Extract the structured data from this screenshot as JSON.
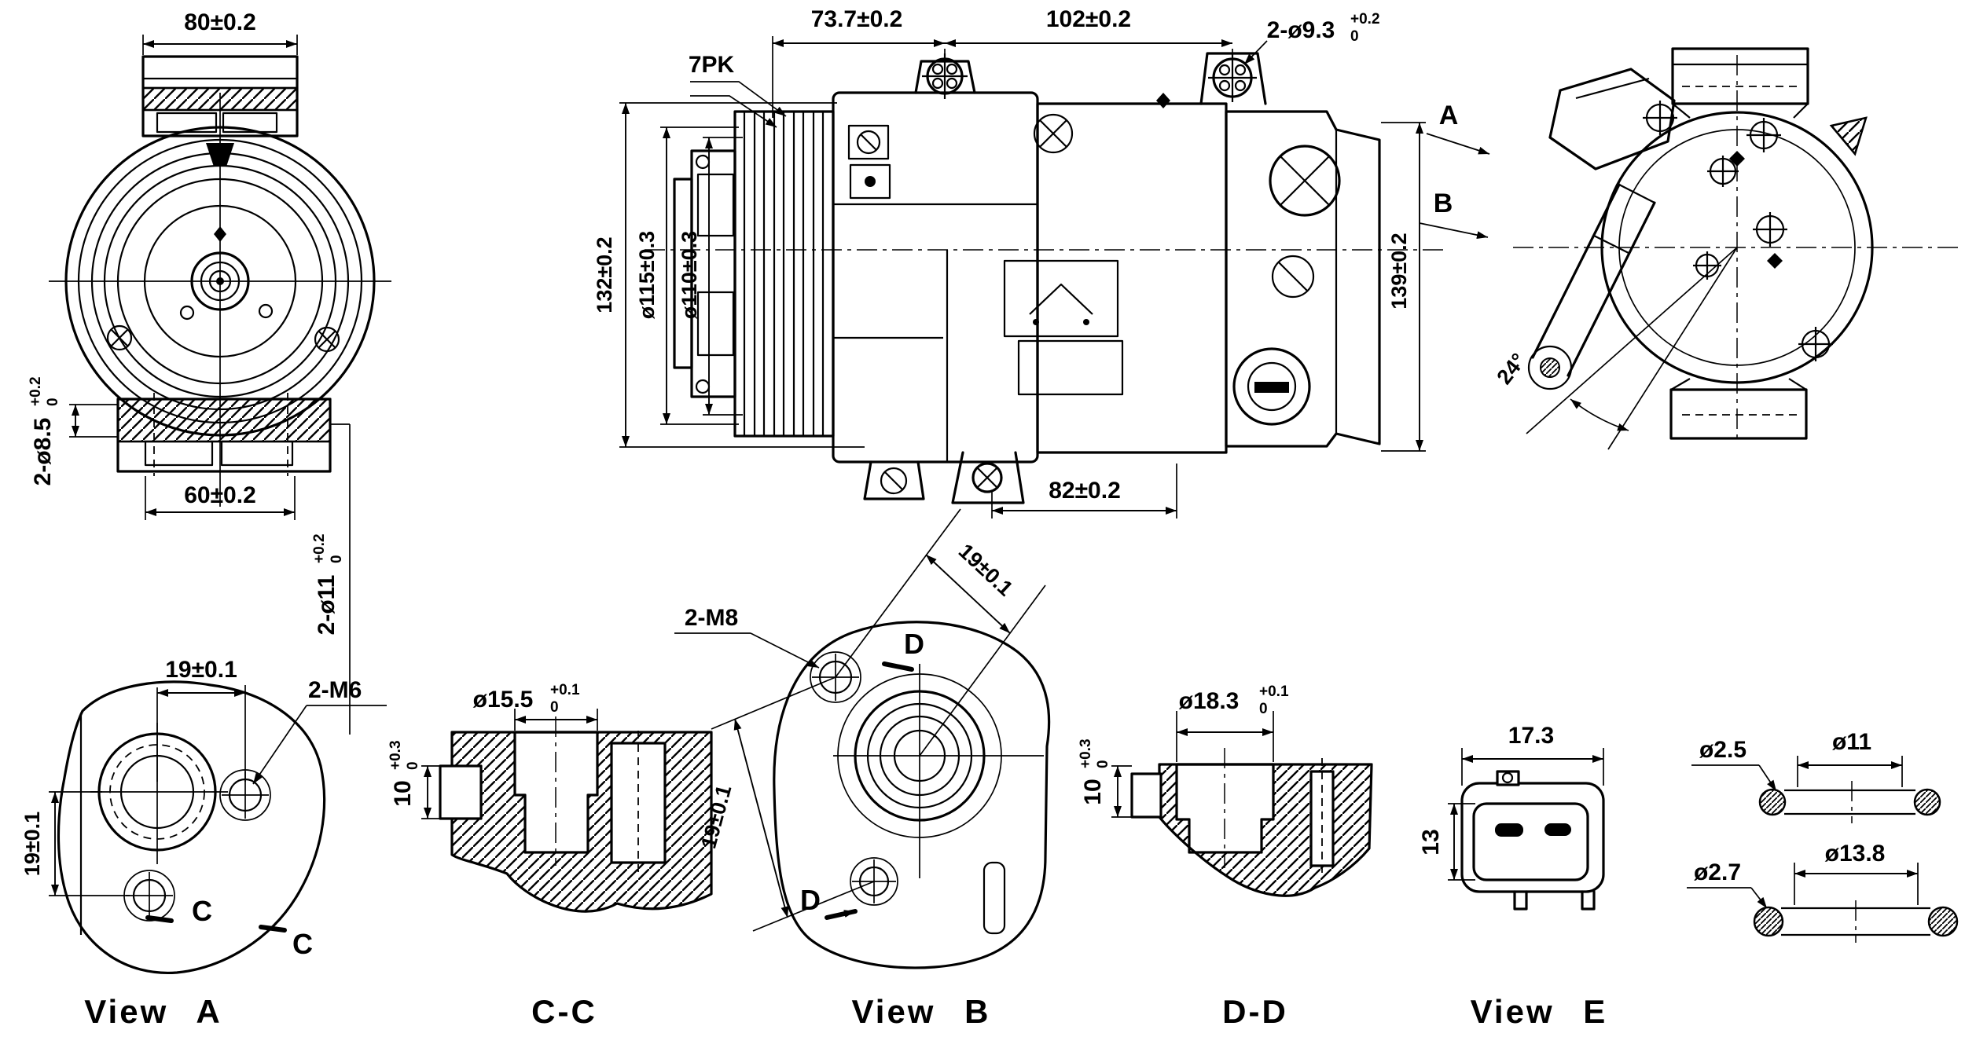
{
  "views": {
    "front": {
      "dim_width_top": "80±0.2",
      "dim_width_bottom": "60±0.2",
      "holes_small": {
        "label": "2-ø8.5",
        "tol_top": "+0.2",
        "tol_bottom": "0"
      },
      "holes_large": {
        "label": "2-ø11",
        "tol_top": "+0.2",
        "tol_bottom": "0"
      }
    },
    "side": {
      "belt_label": "7PK",
      "dim_clutch_length": "73.7±0.2",
      "dim_body_length": "102±0.2",
      "holes_top": {
        "label": "2-ø9.3",
        "tol_top": "+0.2",
        "tol_bottom": "0"
      },
      "dim_overall_height": "132±0.2",
      "dim_pulley_od": "ø115±0.3",
      "dim_pulley_groove": "ø110±0.3",
      "dim_rear_height": "139±0.2",
      "dim_bottom_length": "82±0.2"
    },
    "rear": {
      "view_arrow_a": "A",
      "view_arrow_b": "B",
      "dim_angle": "24°"
    },
    "view_a": {
      "caption": "View A",
      "dim_port_spacing_h": "19±0.1",
      "dim_port_spacing_v": "19±0.1",
      "thread_label": "2-M6",
      "section_label": "C"
    },
    "section_cc": {
      "caption": "C-C",
      "dim_bore": {
        "label": "ø15.5",
        "tol_top": "+0.1",
        "tol_bottom": "0"
      },
      "dim_depth": {
        "label": "10",
        "tol_top": "+0.3",
        "tol_bottom": "0"
      }
    },
    "view_b": {
      "caption": "View B",
      "thread_label": "2-M8",
      "dim_port_spacing_ne": "19±0.1",
      "dim_port_spacing_w": "19±0.1",
      "section_label": "D"
    },
    "section_dd": {
      "caption": "D-D",
      "dim_bore": {
        "label": "ø18.3",
        "tol_top": "+0.1",
        "tol_bottom": "0"
      },
      "dim_depth": {
        "label": "10",
        "tol_top": "+0.3",
        "tol_bottom": "0"
      }
    },
    "view_e": {
      "caption": "View E",
      "dim_width": "17.3",
      "dim_height": "13"
    },
    "orings": {
      "small": {
        "cross_section": "ø2.5",
        "outer_dia": "ø11"
      },
      "large": {
        "cross_section": "ø2.7",
        "outer_dia": "ø13.8"
      }
    }
  }
}
